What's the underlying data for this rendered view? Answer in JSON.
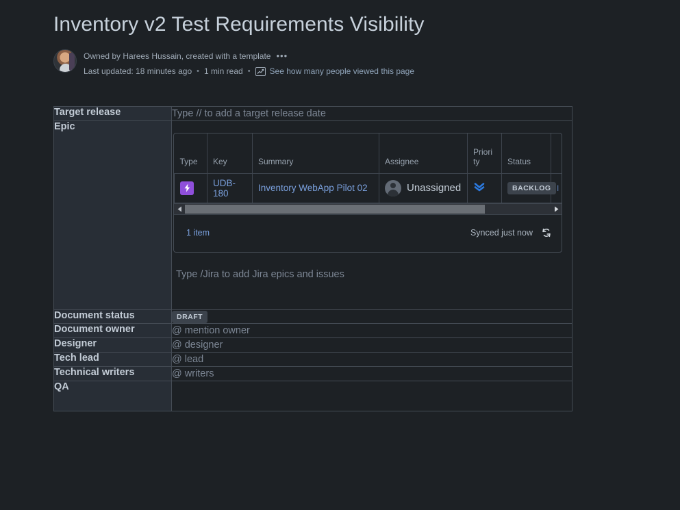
{
  "document": {
    "title": "Inventory v2 Test Requirements Visibility",
    "meta": {
      "owner_line": "Owned by Harees Hussain, created with a template",
      "more_menu": "•••",
      "last_updated": "Last updated: 18 minutes ago",
      "separator": "•",
      "read_time": "1 min read",
      "views_link": "See how many people viewed this page",
      "chart_icon": "analytics-chart-icon",
      "avatar_icon": "user-avatar-photo"
    }
  },
  "info_table": {
    "rows": [
      {
        "label": "Target release",
        "placeholder": "Type // to add a target release date"
      },
      {
        "label": "Epic",
        "placeholder": "Type /Jira to add Jira epics and issues"
      },
      {
        "label": "Document status",
        "badge": "DRAFT"
      },
      {
        "label": "Document owner",
        "placeholder": "@ mention owner"
      },
      {
        "label": "Designer",
        "placeholder": "@ designer"
      },
      {
        "label": "Tech lead",
        "placeholder": "@ lead"
      },
      {
        "label": "Technical writers",
        "placeholder": "@ writers"
      },
      {
        "label": "QA",
        "placeholder": ""
      }
    ]
  },
  "jira_embed": {
    "columns": [
      "Type",
      "Key",
      "Summary",
      "Assignee",
      "Priority",
      "Status",
      ""
    ],
    "priority_header_wrapped": [
      "Priori",
      "ty"
    ],
    "row": {
      "type_icon": "epic-lightning-icon",
      "key": "UDB-180",
      "summary": "Inventory WebApp Pilot 02",
      "assignee": "Unassigned",
      "assignee_icon": "unassigned-avatar-icon",
      "priority_icon": "priority-lowest-double-chevron-icon",
      "status": "BACKLOG"
    },
    "footer": {
      "count": "1 item",
      "sync_status": "Synced just now",
      "sync_icon": "refresh-sync-icon"
    },
    "scrollbar": {
      "left_arrow": "scroll-left-arrow",
      "right_arrow": "scroll-right-arrow",
      "thumb_percent": 82
    }
  },
  "colors": {
    "page_bg": "#1d2125",
    "label_cell_bg": "#282e36",
    "border": "#454c55",
    "link_blue": "#7aa0dd",
    "epic_purple": "#8f4fdb",
    "priority_blue": "#2b7ae0",
    "text_primary": "#c3ccd6",
    "text_muted": "#7d8795"
  }
}
